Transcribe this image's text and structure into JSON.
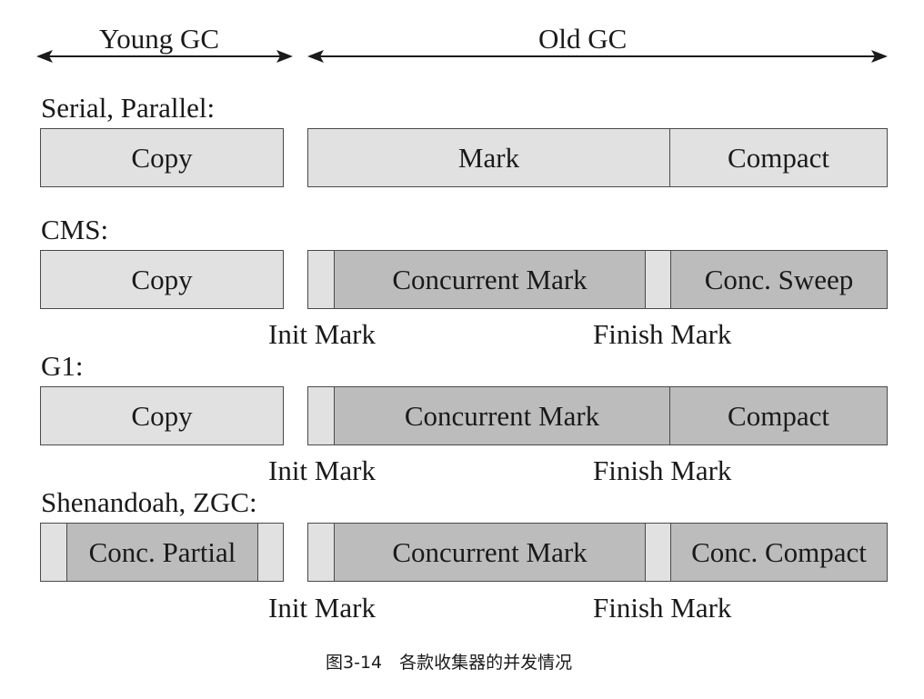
{
  "header": {
    "young_gc": "Young GC",
    "old_gc": "Old GC"
  },
  "rows": [
    {
      "label": "Serial, Parallel:",
      "young": {
        "segments": [
          "Copy"
        ]
      },
      "old": {
        "segments": [
          "Mark",
          "Compact"
        ]
      }
    },
    {
      "label": "CMS:",
      "young": {
        "segments": [
          "Copy"
        ]
      },
      "old": {
        "segments": [
          "",
          "Concurrent Mark",
          "",
          "Conc. Sweep"
        ]
      },
      "init_label": "Init Mark",
      "finish_label": "Finish Mark"
    },
    {
      "label": "G1:",
      "young": {
        "segments": [
          "Copy"
        ]
      },
      "old": {
        "segments": [
          "",
          "Concurrent Mark",
          "Compact"
        ]
      },
      "init_label": "Init Mark",
      "finish_label": "Finish Mark"
    },
    {
      "label": "Shenandoah, ZGC:",
      "young": {
        "segments": [
          "",
          "Conc. Partial",
          ""
        ]
      },
      "old": {
        "segments": [
          "",
          "Concurrent Mark",
          "",
          "Conc. Compact"
        ]
      },
      "init_label": "Init Mark",
      "finish_label": "Finish Mark"
    }
  ],
  "caption": "图3-14　各款收集器的并发情况",
  "colors": {
    "pause_fill": "#e1e1e1",
    "concurrent_fill": "#bcbcbc",
    "border": "#4a4a4a"
  }
}
